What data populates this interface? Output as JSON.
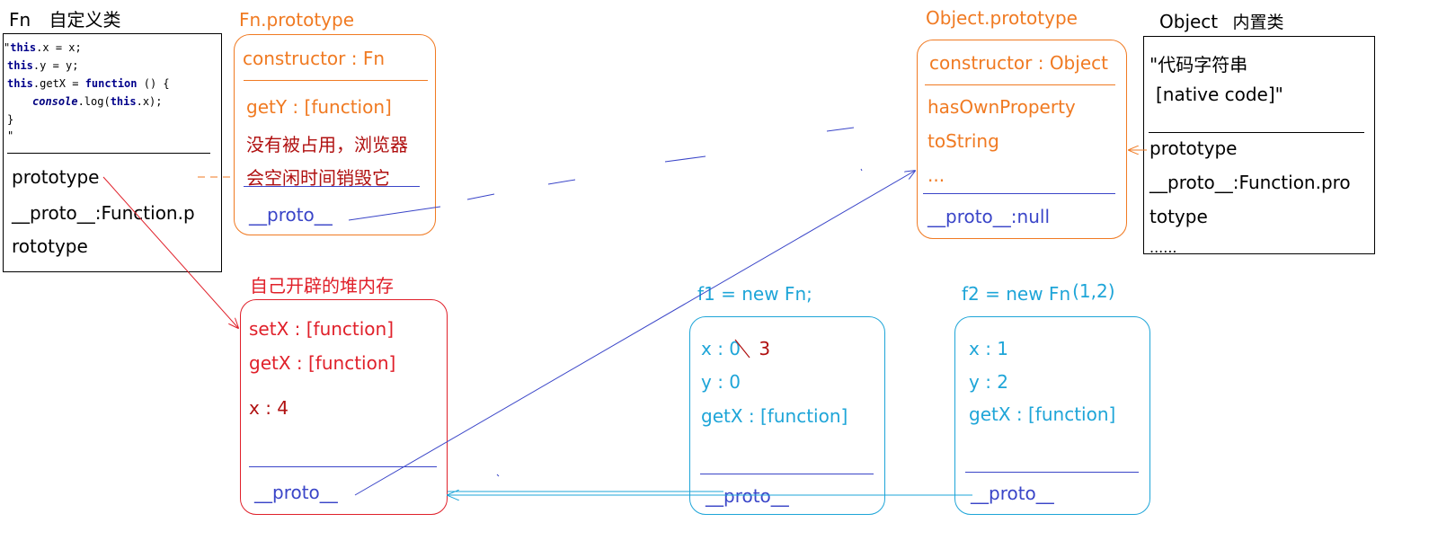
{
  "colors": {
    "orange": "#f07a22",
    "red": "#e0202a",
    "cyan": "#1ea5d8",
    "blue": "#3a45c8",
    "darkred": "#b01010",
    "black": "#000000"
  },
  "fn": {
    "title": "Fn",
    "subtitle": "自定义类",
    "code_quote_open": "\"",
    "code_line1_kw": "this",
    "code_line1_rest": ".x = x;",
    "code_line2_kw": "this",
    "code_line2_rest": ".y = y;",
    "code_line3_kw": "this",
    "code_line3_prop": ".getX = ",
    "code_line3_fn": "function",
    "code_line3_rest": " () {",
    "code_line4_obj": "console",
    "code_line4_mid": ".log(",
    "code_line4_kw": "this",
    "code_line4_rest": ".x);",
    "code_line5": "}",
    "code_quote_close": "\"",
    "prop_prototype": "prototype",
    "prop_proto_line1": "__proto__:Function.p",
    "prop_proto_line2": "rototype"
  },
  "fn_prototype": {
    "title": "Fn.prototype",
    "constructor": "constructor : Fn",
    "getY": "getY : [function]",
    "note_line1": "没有被占用，浏览器",
    "note_line2": "会空闲时间销毁它",
    "proto": "__proto__"
  },
  "heap": {
    "title": "自己开辟的堆内存",
    "setX": "setX : [function]",
    "getX": "getX : [function]",
    "x": "x : 4",
    "proto": "__proto__"
  },
  "object_prototype": {
    "title": "Object.prototype",
    "constructor": "constructor : Object",
    "hasOwnProperty": "hasOwnProperty",
    "toString": "toString",
    "ellipsis": "...",
    "proto": "__proto__:null"
  },
  "object": {
    "title": "Object",
    "subtitle": "内置类",
    "code_line1": "\"代码字符串",
    "code_line2": "[native code]\"",
    "prototype": "prototype",
    "proto_line1": "__proto__:Function.pro",
    "proto_line2": "totype",
    "more": "......"
  },
  "f1": {
    "title": "f1 = new Fn;",
    "x_label": "x : 0",
    "x_new": "3",
    "y": "y : 0",
    "getX": "getX : [function]",
    "proto": "__proto__"
  },
  "f2": {
    "title": "f2 = new Fn",
    "title_args": "(1,2)",
    "x_label": "x : ",
    "x_value": "1",
    "y_label": "y : ",
    "y_value": "2",
    "getX": "getX : [function]",
    "proto": "__proto__"
  }
}
